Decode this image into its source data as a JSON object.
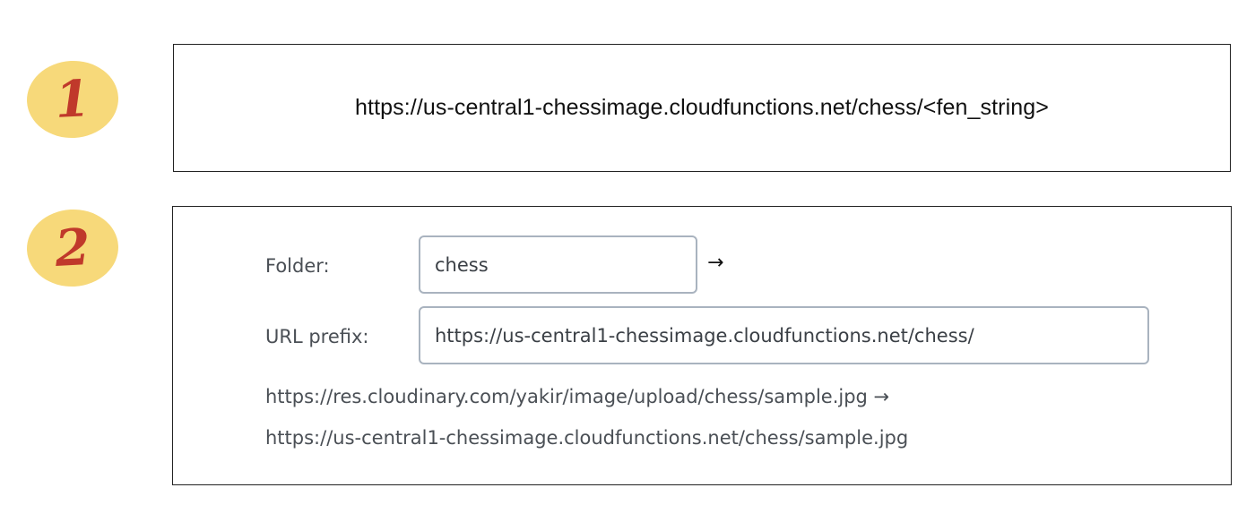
{
  "steps": [
    {
      "number": "1",
      "endpoint_url": "https://us-central1-chessimage.cloudfunctions.net/chess/<fen_string>"
    },
    {
      "number": "2",
      "folder_label": "Folder:",
      "folder_value": "chess",
      "arrow": "→",
      "url_prefix_label": "URL prefix:",
      "url_prefix_value": "https://us-central1-chessimage.cloudfunctions.net/chess/",
      "example_source": "https://res.cloudinary.com/yakir/image/upload/chess/sample.jpg →",
      "example_target": "https://us-central1-chessimage.cloudfunctions.net/chess/sample.jpg"
    }
  ],
  "colors": {
    "badge_background": "#f7d97a",
    "badge_number": "#c0392b",
    "input_border": "#a9b3bf",
    "label_text": "#4a4f55"
  }
}
